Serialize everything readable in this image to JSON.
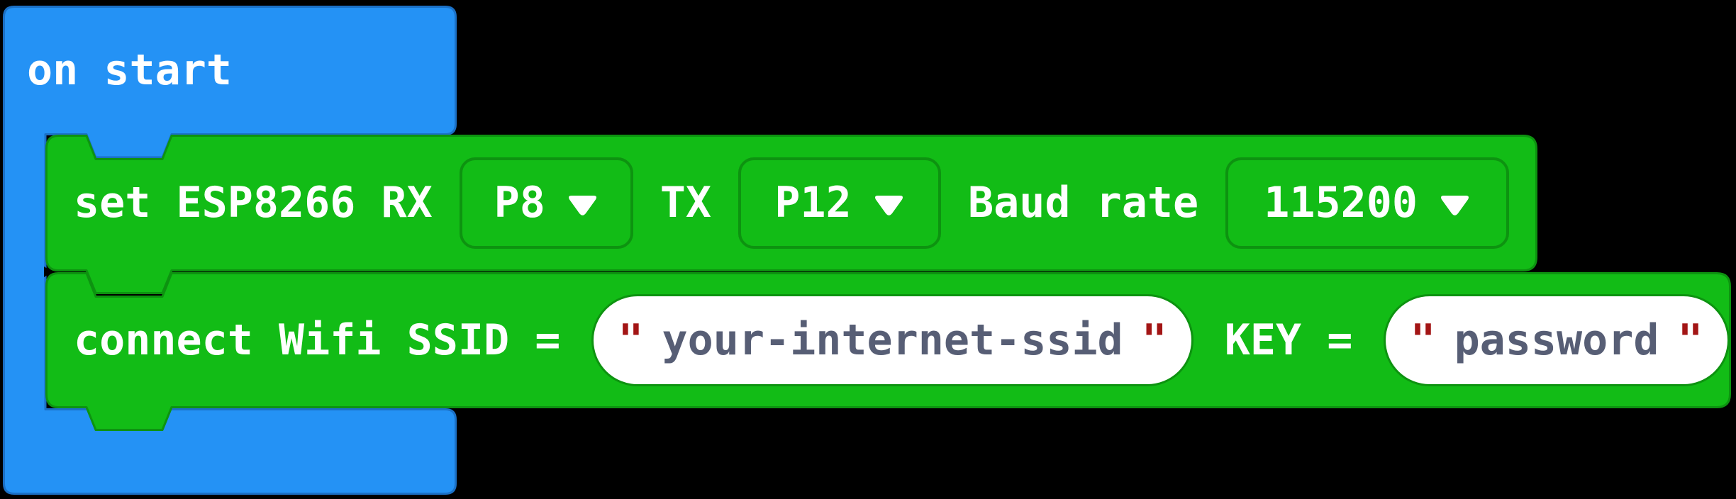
{
  "workspace": {
    "background_color": "#000000"
  },
  "strings": {
    "quote": "\""
  },
  "on_start_block": {
    "label": "on start",
    "fill_color": "#2492F5",
    "border_color": "#1B70C6"
  },
  "set_esp8266_block": {
    "fill_color": "#12BC16",
    "border_color": "#0D9310",
    "label_set": "set ESP8266 RX",
    "rx_dropdown": {
      "value": "P8"
    },
    "label_tx": "TX",
    "tx_dropdown": {
      "value": "P12"
    },
    "label_baud": "Baud rate",
    "baud_dropdown": {
      "value": "115200"
    }
  },
  "connect_wifi_block": {
    "fill_color": "#12BC16",
    "border_color": "#0D9310",
    "label_ssid": "connect Wifi SSID =",
    "ssid_input": {
      "value": "your-internet-ssid"
    },
    "label_key": "KEY =",
    "key_input": {
      "value": "password"
    },
    "string_text_color": "#575E75",
    "quote_color": "#A31515"
  }
}
